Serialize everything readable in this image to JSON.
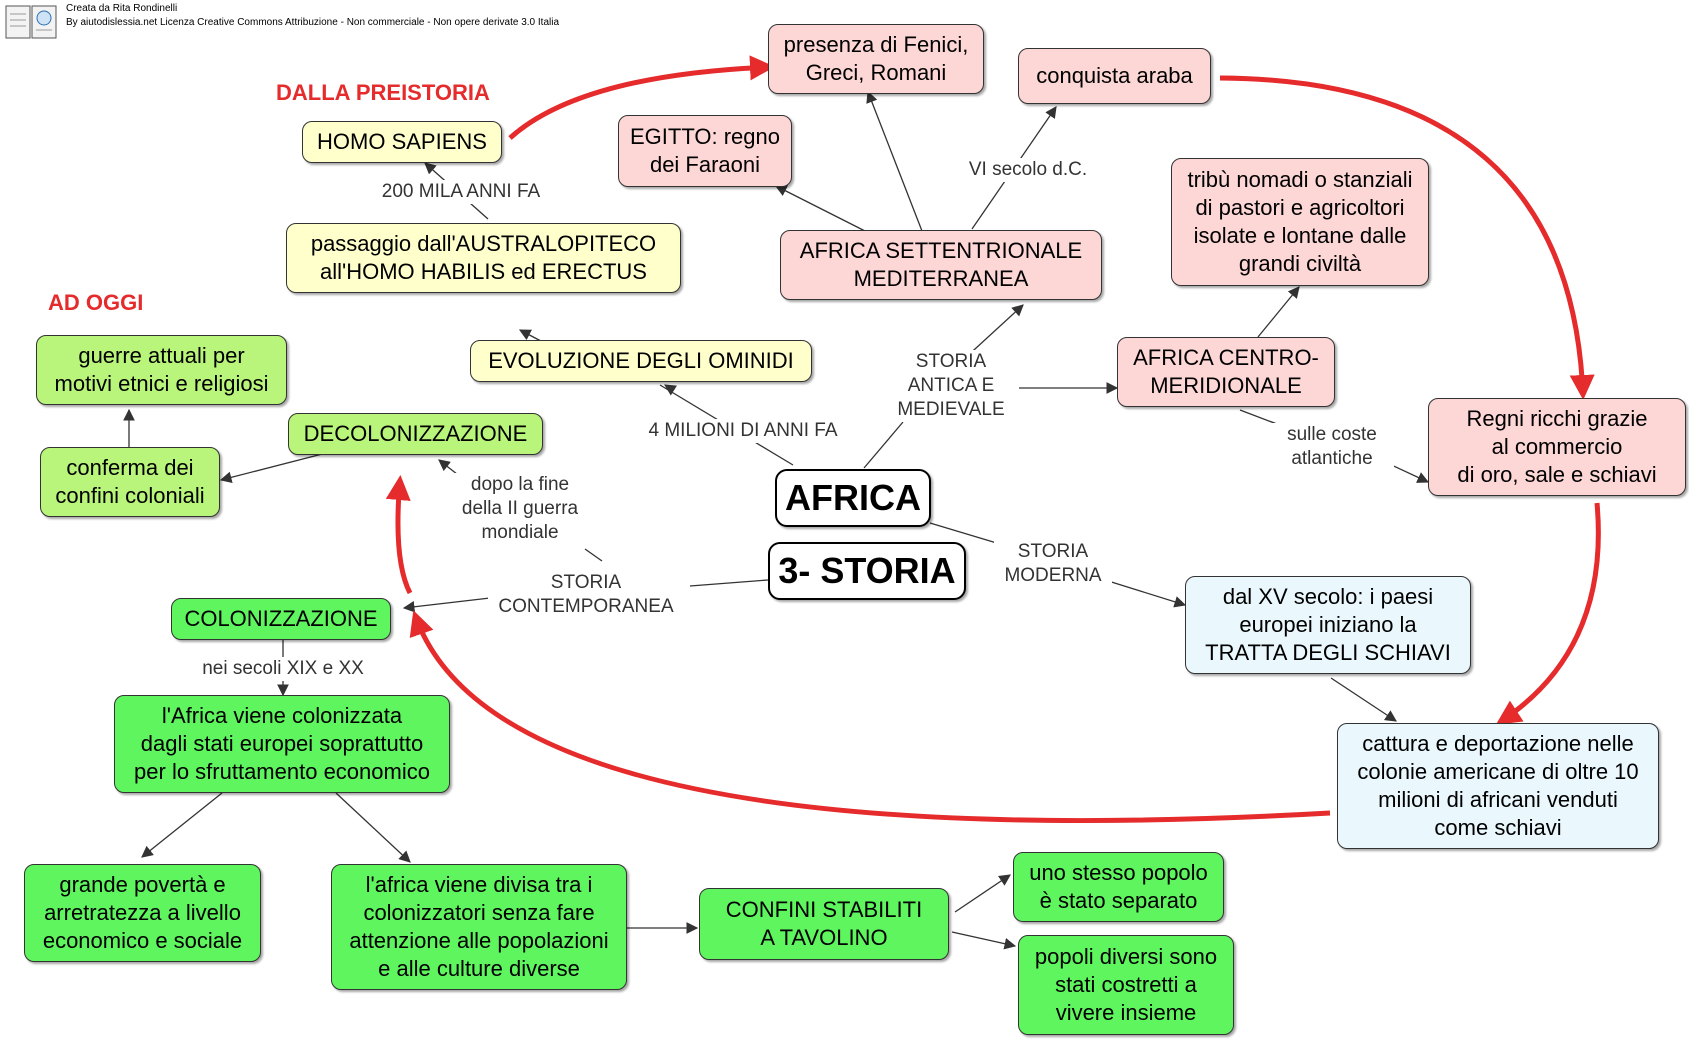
{
  "credit": {
    "line1": "Creata da Rita Rondinelli",
    "line2": "By aiutodislessia.net Licenza Creative Commons Attribuzione - Non commerciale - Non opere derivate 3.0 Italia"
  },
  "sections": {
    "preistoria": "DALLA PREISTORIA",
    "oggi": "AD OGGI"
  },
  "nodes": {
    "africa": "AFRICA",
    "storia": "3- STORIA",
    "homo_sapiens": "HOMO SAPIENS",
    "passaggio": "passaggio dall'AUSTRALOPITECO\nall'HOMO HABILIS ed ERECTUS",
    "evoluzione": "EVOLUZIONE DEGLI OMINIDI",
    "fenici": "presenza di Fenici,\nGreci, Romani",
    "egitto": "EGITTO: regno\ndei Faraoni",
    "conquista": "conquista araba",
    "settentrionale": "AFRICA SETTENTRIONALE\nMEDITERRANEA",
    "tribu": "tribù nomadi o stanziali\ndi pastori e agricoltori\nisolate e lontane dalle\ngrandi civiltà",
    "centro": "AFRICA CENTRO-\nMERIDIONALE",
    "regni": "Regni ricchi grazie\nal commercio\ndi oro, sale e schiavi",
    "tratta": "dal XV secolo: i paesi\neuropei iniziano la\nTRATTA DEGLI SCHIAVI",
    "cattura": "cattura e deportazione nelle\ncolonie americane di oltre 10\nmilioni di africani venduti\ncome schiavi",
    "guerre": "guerre attuali per\nmotivi etnici e religiosi",
    "conferma": "conferma dei\nconfini coloniali",
    "decolonizzazione": "DECOLONIZZAZIONE",
    "colonizzazione": "COLONIZZAZIONE",
    "colonizzata": "l'Africa viene colonizzata\ndagli stati europei soprattutto\nper lo sfruttamento economico",
    "poverta": "grande povertà e\narretratezza a livello\neconomico e sociale",
    "divisa": "l'africa viene divisa tra i\ncolonizzatori senza fare\nattenzione alle popolazioni\ne alle culture diverse",
    "confini": "CONFINI STABILITI\nA TAVOLINO",
    "separato": "uno stesso popolo\nè stato separato",
    "costretti": "popoli diversi sono\nstati costretti a\nvivere insieme"
  },
  "labels": {
    "mila": "200 MILA ANNI FA",
    "milioni": "4 MILIONI DI ANNI FA",
    "vi_secolo": "VI secolo d.C.",
    "antica": "STORIA\nANTICA E\nMEDIEVALE",
    "coste": "sulle coste\natlantiche",
    "moderna": "STORIA\nMODERNA",
    "contemporanea": "STORIA\nCONTEMPORANEA",
    "dopo": "dopo la fine\ndella II guerra\nmondiale",
    "secoli": "nei secoli XIX e XX"
  },
  "colors": {
    "red_arrow": "#e52b2b",
    "connector": "#333333",
    "yellow": "#ffffcc",
    "pink": "#fdd6d6",
    "blue": "#eaf7fd",
    "light_green": "#b8f57a",
    "green": "#5ef55e"
  }
}
